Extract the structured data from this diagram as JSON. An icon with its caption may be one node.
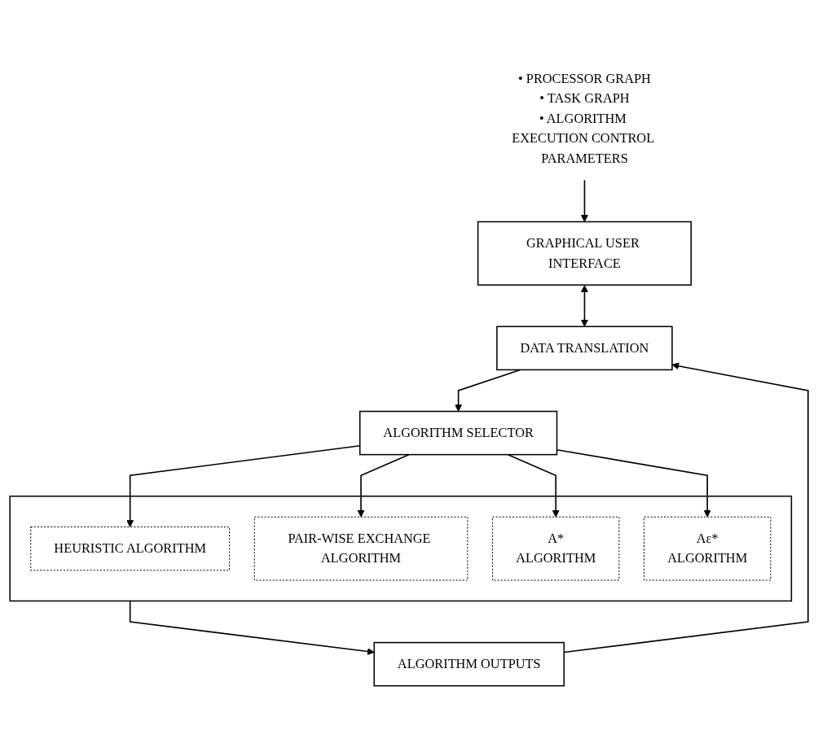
{
  "diagram": {
    "nodes": [
      {
        "text": [
          "GRAPHICAL USER INTERFACE"
        ]
      },
      {
        "text": [
          "• PROCESSOR GRAPH",
          "• TASK GRAPH",
          "• ALGORITHM EXECUTION CONTROL PARAMETERS"
        ]
      },
      {
        "text": [
          "DATA TRANSLATION"
        ]
      },
      {
        "text": [
          "ALGORITHM SELECTOR"
        ]
      },
      {
        "text": [
          "ALGORITHM OUTPUTS"
        ]
      },
      {
        "text": [],
        "shape": "box"
      },
      {
        "text": [
          "HEURISTIC ALGORITHM"
        ],
        "in": 5
      },
      {
        "text": [
          "PAIR-WISE EXCHANGE ALGORITHM"
        ],
        "in": 5
      },
      {
        "text": [
          "A*",
          "ALGORITHM"
        ],
        "in": 5
      },
      {
        "text": [
          "Aε*",
          "ALGORITHM"
        ],
        "in": 5
      }
    ],
    "edges": [
      {
        "from": 1,
        "to": 0,
        "arrow": "to"
      },
      {
        "from": 0,
        "to": 2,
        "arrow": "both"
      },
      {
        "from": 4,
        "to": 2,
        "arrow": "to"
      },
      {
        "from": 2,
        "to": 3,
        "arrow": "to"
      },
      {
        "from": 3,
        "to": 6,
        "arrow": "to"
      },
      {
        "from": 3,
        "to": 7,
        "arrow": "to"
      },
      {
        "from": 3,
        "to": 8,
        "arrow": "to"
      },
      {
        "from": 3,
        "to": 9,
        "arrow": "to"
      },
      {
        "from": 5,
        "to": 4,
        "arrow": "to"
      }
    ]
  }
}
